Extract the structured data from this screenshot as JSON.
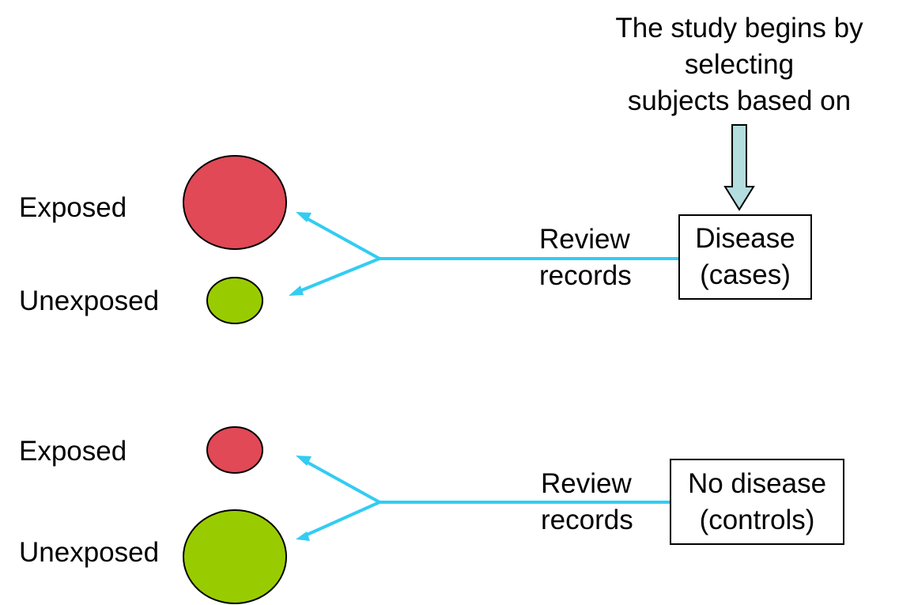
{
  "intro": {
    "line1": "The study begins by",
    "line2": "selecting",
    "line3": "subjects based on"
  },
  "top_group": {
    "box_line1": "Disease",
    "box_line2": "(cases)",
    "action_line1": "Review",
    "action_line2": "records",
    "exposed_label": "Exposed",
    "unexposed_label": "Unexposed"
  },
  "bottom_group": {
    "box_line1": "No disease",
    "box_line2": "(controls)",
    "action_line1": "Review",
    "action_line2": "records",
    "exposed_label": "Exposed",
    "unexposed_label": "Unexposed"
  },
  "colors": {
    "exposed": "#e04955",
    "unexposed": "#99cc00",
    "connector": "#33ccf2",
    "pointer_arrow": "#b4dde0"
  }
}
